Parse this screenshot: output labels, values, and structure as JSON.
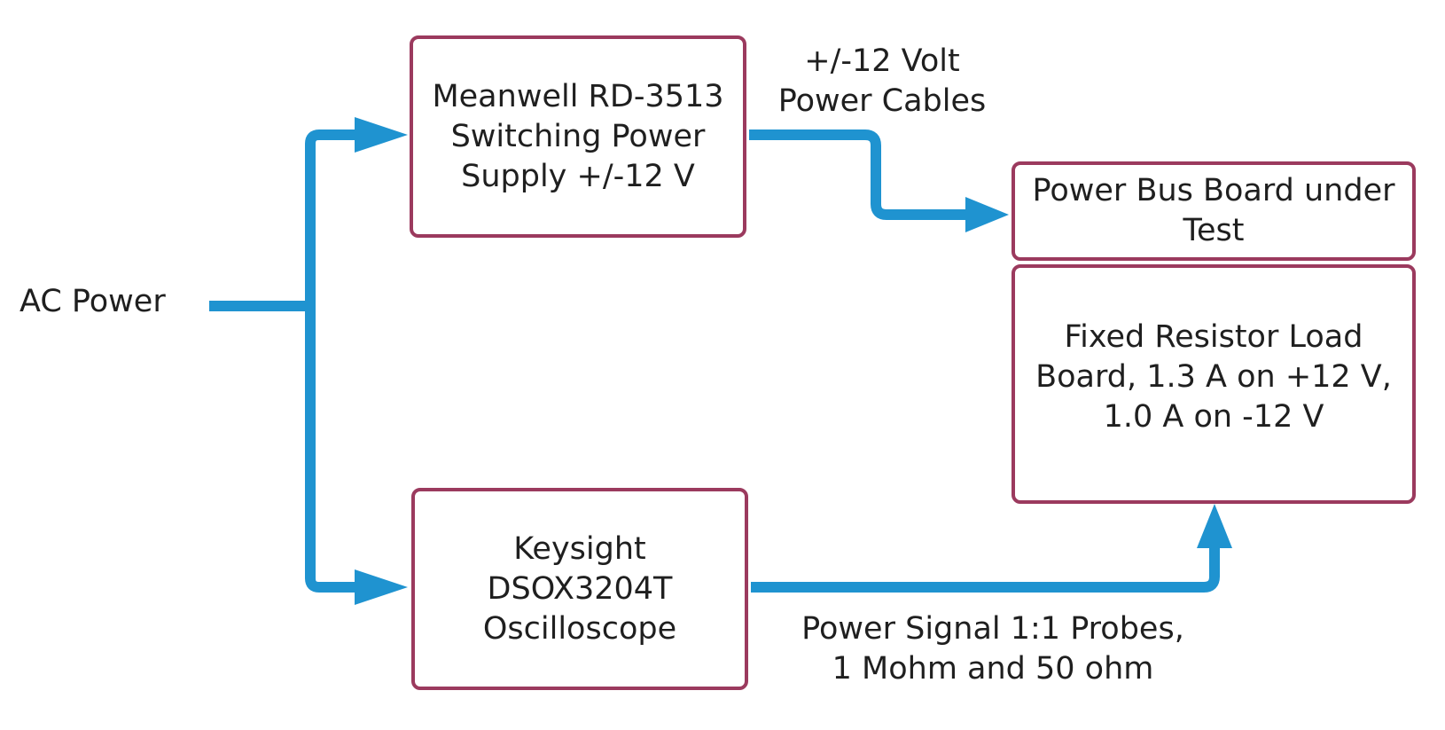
{
  "colors": {
    "box_border": "#9b3a5e",
    "connector": "#1f93d0",
    "text": "#1f1f1f"
  },
  "nodes": {
    "ac_power": "AC Power",
    "power_supply": {
      "line1": "Meanwell RD-3513",
      "line2": "Switching Power",
      "line3": "Supply +/-12 V"
    },
    "oscilloscope": {
      "line1": "Keysight",
      "line2": "DSOX3204T",
      "line3": "Oscilloscope"
    },
    "power_bus_board": {
      "line1": "Power Bus Board under",
      "line2": "Test"
    },
    "load_board": {
      "line1": "Fixed Resistor Load",
      "line2": "Board, 1.3 A on +12 V,",
      "line3": "1.0 A on -12 V"
    }
  },
  "edge_labels": {
    "power_cables": {
      "line1": "+/-12 Volt",
      "line2": "Power Cables"
    },
    "probes": {
      "line1": "Power Signal 1:1 Probes,",
      "line2": "1 Mohm and 50 ohm"
    }
  }
}
